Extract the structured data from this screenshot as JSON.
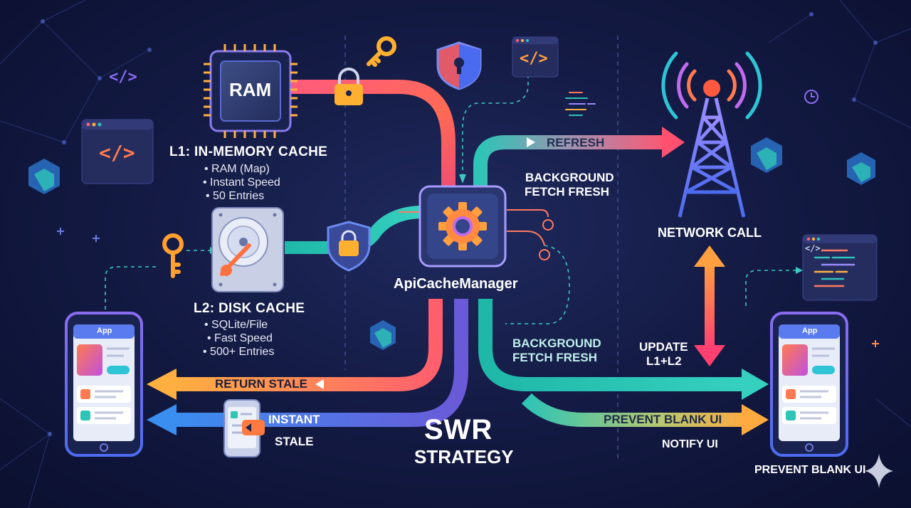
{
  "l1": {
    "chip_label": "RAM",
    "title": "L1: IN-MEMORY CACHE",
    "bullets": [
      "• RAM (Map)",
      "• Instant Speed",
      "• 50 Entries"
    ]
  },
  "l2": {
    "title": "L2: DISK CACHE",
    "bullets": [
      "• SQLite/File",
      "• Fast Speed",
      "• 500+ Entries"
    ]
  },
  "manager": {
    "label": "ApiCacheManager"
  },
  "network": {
    "label": "NETWORK CALL"
  },
  "arrows": {
    "refresh": "REFRESH",
    "return_stale": "RETURN STALE",
    "instant": "INSTANT",
    "stale": "STALE",
    "prevent_blank": "PREVENT BLANK UI"
  },
  "labels": {
    "bg_fetch_top_1": "BACKGROUND",
    "bg_fetch_top_2": "FETCH FRESH",
    "bg_fetch_bottom_1": "BACKGROUND",
    "bg_fetch_bottom_2": "FETCH FRESH",
    "update_1": "UPDATE",
    "update_2": "L1+L2",
    "notify": "NOTIFY UI",
    "prevent_blank_bottom": "PREVENT BLANK UI"
  },
  "strategy": {
    "line1": "SWR",
    "line2": "STRATEGY"
  },
  "phone": {
    "app_label": "App"
  },
  "code_glyph": "</>",
  "icons": [
    "ram-chip-icon",
    "hard-disk-icon",
    "gear-icon",
    "radio-tower-icon",
    "padlock-icon",
    "key-icon",
    "shield-lock-icon",
    "code-window-icon",
    "phone-icon",
    "sparkle-icon"
  ]
}
